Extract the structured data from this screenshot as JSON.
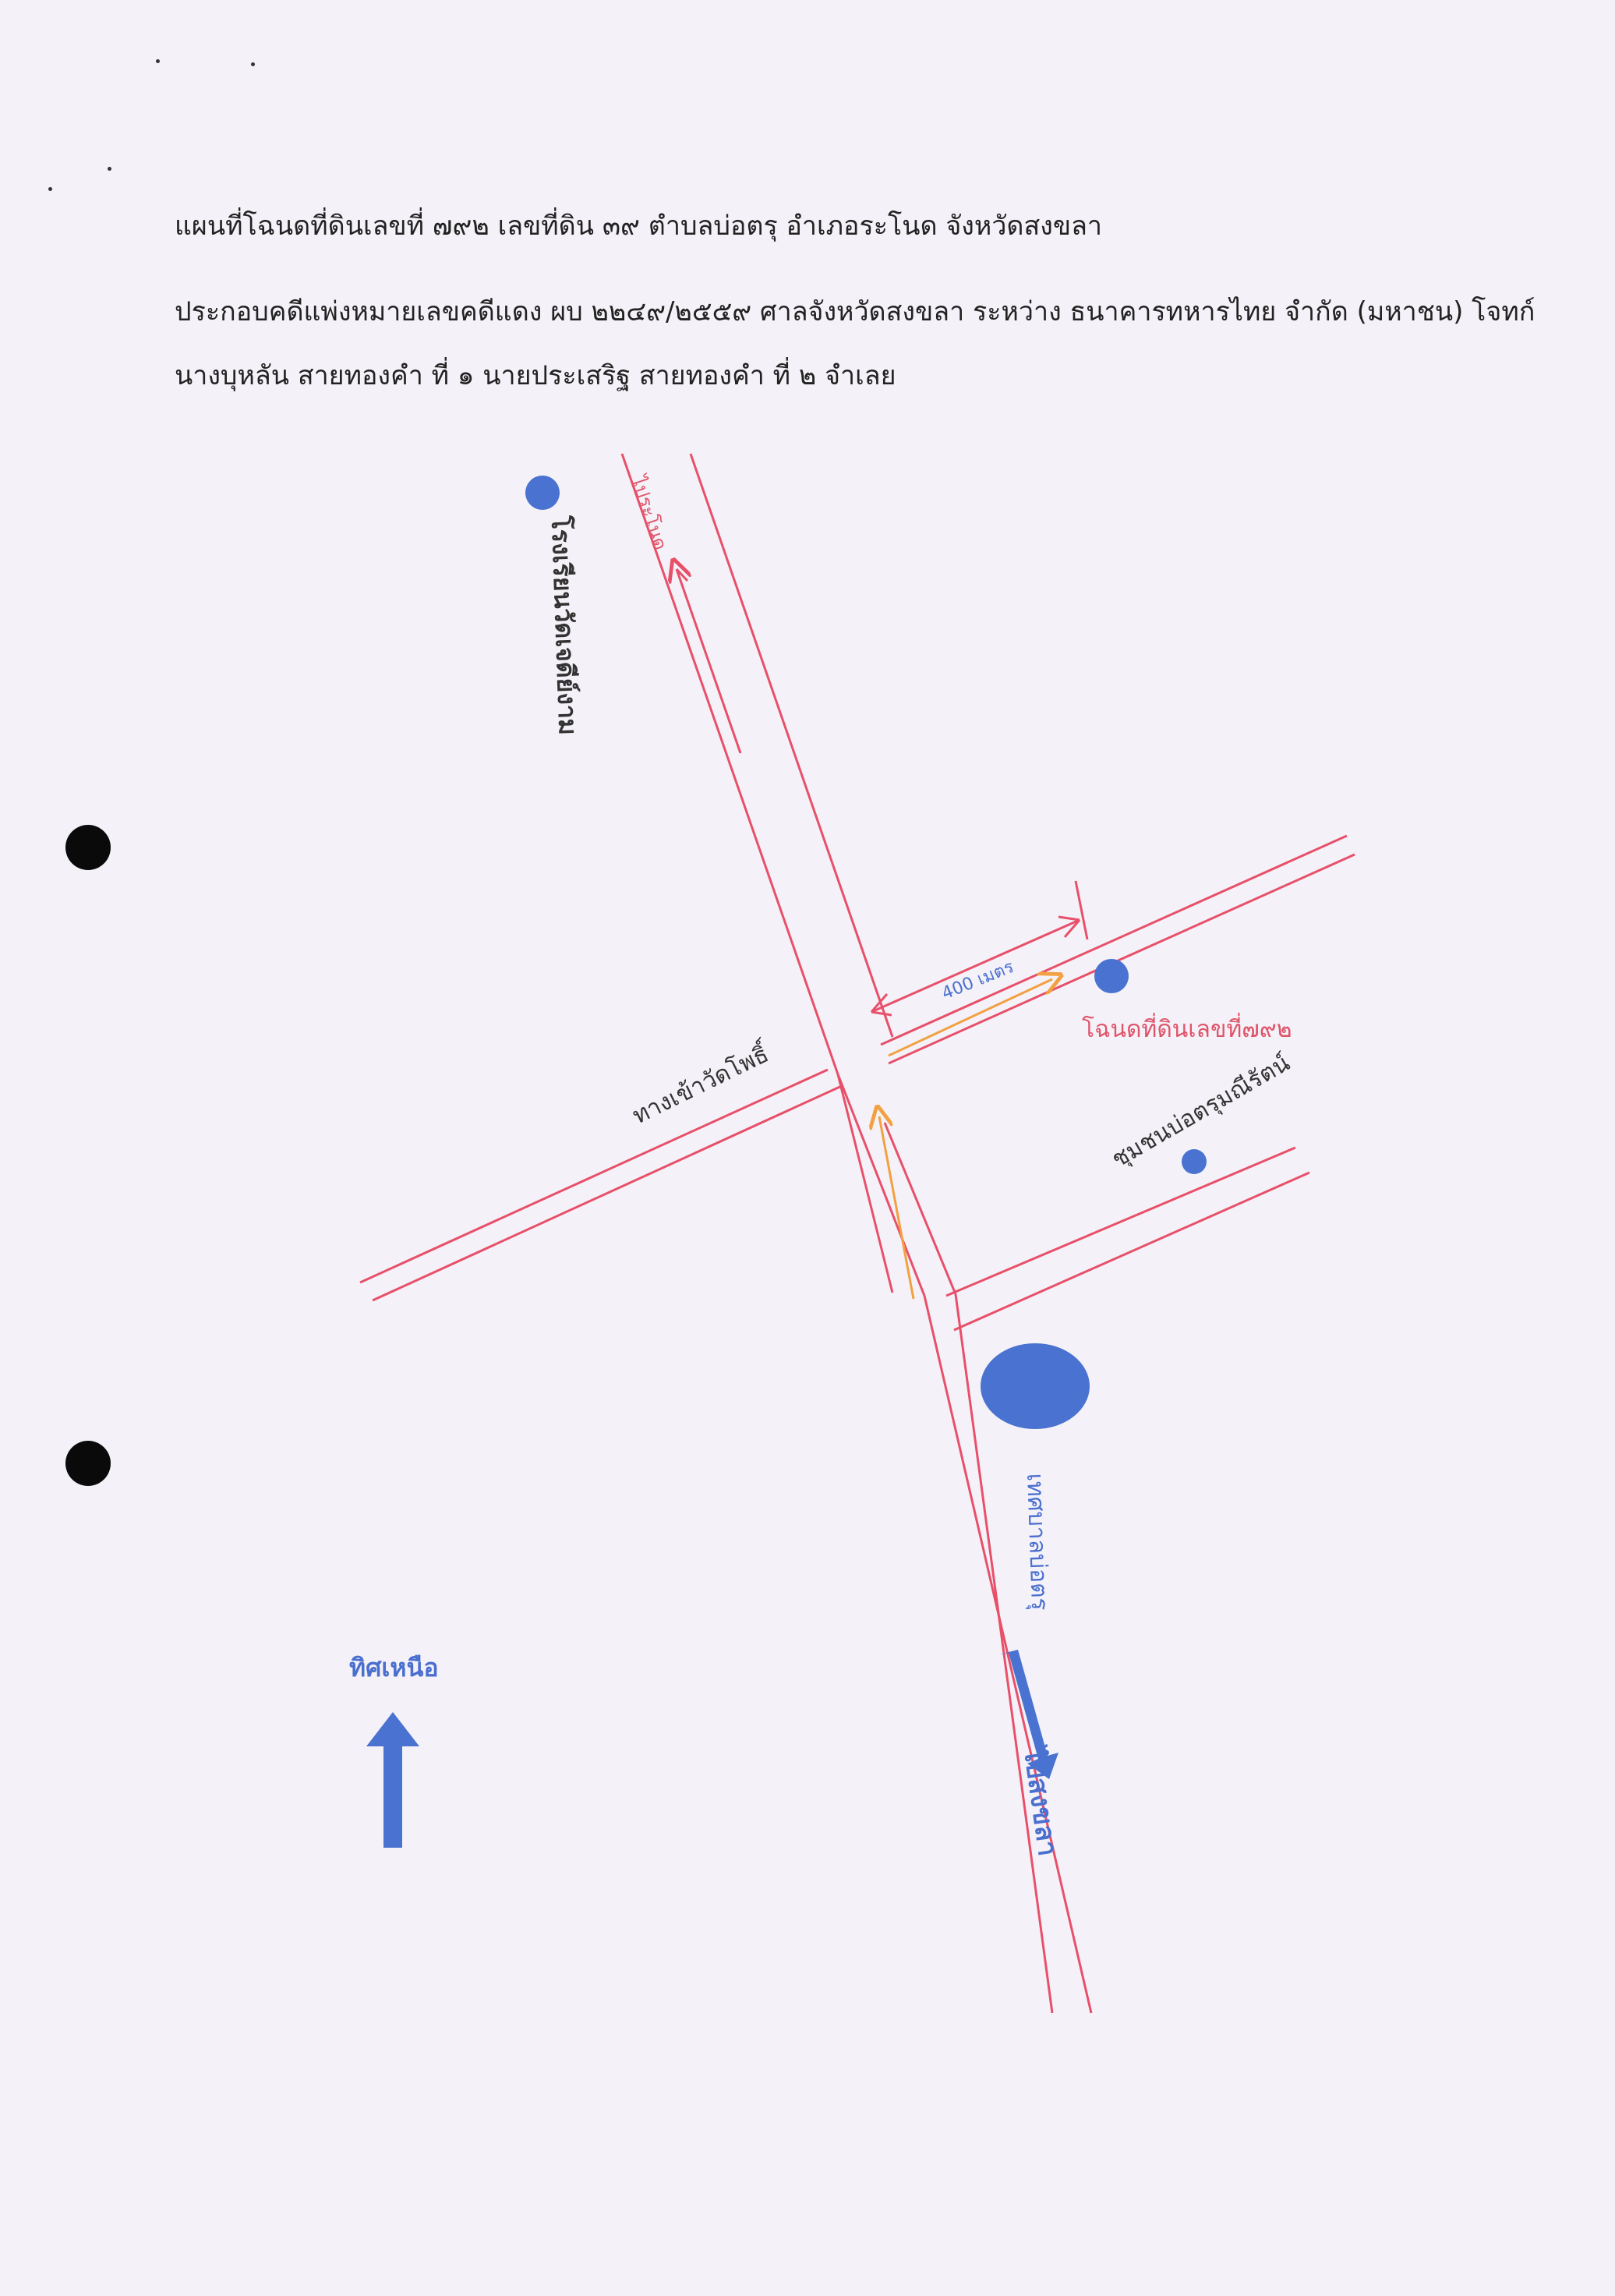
{
  "header": {
    "title": "แผนที่โฉนดที่ดินเลขที่ ๗๙๒  เลขที่ดิน ๓๙ ตำบลบ่อตรุ อำเภอระโนด จังหวัดสงขลา",
    "case_line_1": "ประกอบคดีแพ่งหมายเลขคดีแดง ผบ ๒๒๔๙/๒๕๕๙ ศาลจังหวัดสงขลา ระหว่าง ธนาคารทหารไทย  จำกัด (มหาชน)  โจทก์",
    "case_line_2": "นางบุหลัน  สายทองคำ ที่ ๑ นายประเสริฐ  สายทองคำ ที่ ๒ จำเลย"
  },
  "map": {
    "labels": {
      "to_ranot": "ไประโนด",
      "school": "โรงเรียนวัดเจดีย์งาม",
      "distance": "400 เมตร",
      "land_deed": "โฉนดที่ดินเลขที่๗๙๒",
      "wat_pho_road": "ทางเข้าวัดโพธิ์",
      "community": "ชุมชนบ่อตรุมณีรัตน์",
      "municipality": "เทศบาลบ่อตรุ",
      "to_songkhla": "ไปสงขลา",
      "north": "ทิศเหนือ"
    },
    "colors": {
      "road": "#e8506a",
      "marker": "#4a72d0",
      "route": "#f2a040",
      "text_blue": "#4a6fcf",
      "text_red": "#e0546a"
    }
  }
}
